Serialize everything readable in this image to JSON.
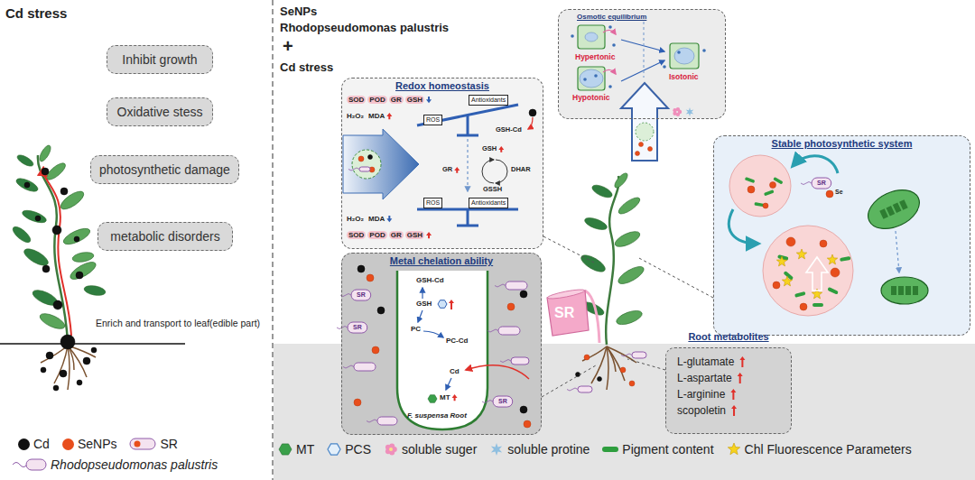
{
  "diagram": {
    "nodes": [
      {
        "text": [
          "Inhibit growth"
        ]
      },
      {
        "text": [
          "Oxidative stess"
        ]
      },
      {
        "text": [
          "photosynthetic damage"
        ]
      },
      {
        "text": [
          "metabolic disorders"
        ]
      },
      {
        "text": [
          "Redox homeostasis"
        ]
      },
      {
        "text": [
          "ROS"
        ],
        "in": 4
      },
      {
        "text": [
          "Antioxidants"
        ],
        "in": 4
      },
      {
        "text": [
          "ROS"
        ],
        "in": 4
      },
      {
        "text": [
          "Antioxidants"
        ],
        "in": 4
      },
      {
        "text": [
          "Osmotic equilibrium"
        ]
      },
      {
        "text": [
          "Stable photosynthetic system"
        ]
      },
      {
        "text": [
          "Metal chelation ability"
        ]
      },
      {
        "text": [
          "Root metabolites",
          "L-glutamate",
          "L-aspartate",
          "L-arginine",
          "scopoletin"
        ]
      }
    ],
    "labels": [
      "Cd stress",
      "Enrich and transport to leaf(edible part)",
      "SeNPs",
      "Rhodopseudomonas palustris",
      "+",
      "Cd stress",
      "SOD",
      "POD",
      "GR",
      "GSH",
      "H₂O₂",
      "MDA",
      "GSH-Cd",
      "GSH",
      "GR",
      "DHAR",
      "GSSH",
      "H₂O₂",
      "MDA",
      "SOD",
      "POD",
      "GR",
      "GSH",
      "Hypertonic",
      "Hypotonic",
      "Isotonic",
      "SR",
      "Se",
      "GSH-Cd",
      "GSH",
      "PC",
      "PC-Cd",
      "Cd",
      "MT",
      "F. suspensa Root",
      "SR",
      "SR",
      "SR",
      "SR"
    ],
    "legend": [
      {
        "text": "Cd",
        "color": "#111111"
      },
      {
        "text": "SeNPs",
        "color": "#e84e1c"
      },
      {
        "text": "SR"
      },
      {
        "text": "Rhodopseudomonas palustris"
      },
      {
        "text": "MT"
      },
      {
        "text": "PCS"
      },
      {
        "text": "soluble suger"
      },
      {
        "text": "soluble protine"
      },
      {
        "text": "Pigment content",
        "color": "#2e9e3e"
      },
      {
        "text": "Chl Fluorescence Parameters"
      }
    ]
  }
}
